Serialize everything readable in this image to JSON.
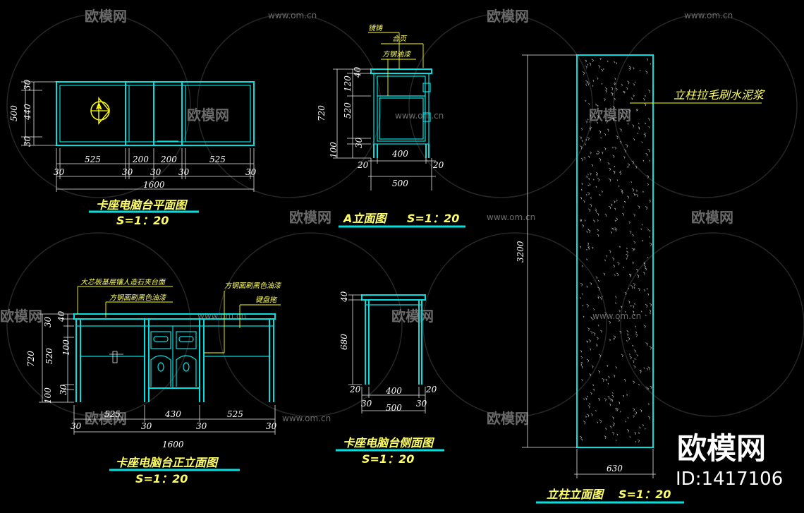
{
  "watermarks": {
    "brand": "欧模网",
    "url": "www.om.cn",
    "big_brand": "欧模网",
    "id_text": "ID:1417106"
  },
  "plan": {
    "title": "卡座电脑台平面图",
    "scale": "S=1：20",
    "dims_top": [
      "525",
      "200",
      "200",
      "525"
    ],
    "dims_bottom": [
      "30",
      "30",
      "30",
      "30",
      "30"
    ],
    "total": "1600",
    "left_dims": [
      "30",
      "440",
      "30"
    ],
    "left_total": "500",
    "marker": "A"
  },
  "elevA": {
    "title": "A立面图",
    "scale": "S=1：20",
    "labels": [
      "镜铸",
      "合页",
      "方钢油漆"
    ],
    "left_dims": [
      "40",
      "120",
      "520",
      "30",
      "100"
    ],
    "left_total": "720",
    "bottom_dims": [
      "20",
      "400",
      "20"
    ],
    "total": "500"
  },
  "front": {
    "title": "卡座电脑台正立面图",
    "scale": "S=1：20",
    "labels": [
      "大芯板基层镶人造石夹台面",
      "方钢面刷黑色油漆",
      "方钢面刷黑色油漆",
      "键盘拖"
    ],
    "left_dims": [
      "40",
      "30",
      "100",
      "520",
      "30",
      "100"
    ],
    "left_total": "720",
    "dims_mid": [
      "525",
      "430",
      "525"
    ],
    "dims_bottom": [
      "30",
      "30",
      "30",
      "30"
    ],
    "total": "1600"
  },
  "side": {
    "title": "卡座电脑台侧面图",
    "scale": "S=1：20",
    "left_dims": [
      "40",
      "680"
    ],
    "bottom_dims": [
      "20",
      "400",
      "20"
    ],
    "bottom2": [
      "30",
      "500",
      "30"
    ]
  },
  "column": {
    "title": "立柱立面图",
    "scale": "S=1：20",
    "label": "立柱拉毛刷水泥浆",
    "height": "3200",
    "width": "630"
  }
}
